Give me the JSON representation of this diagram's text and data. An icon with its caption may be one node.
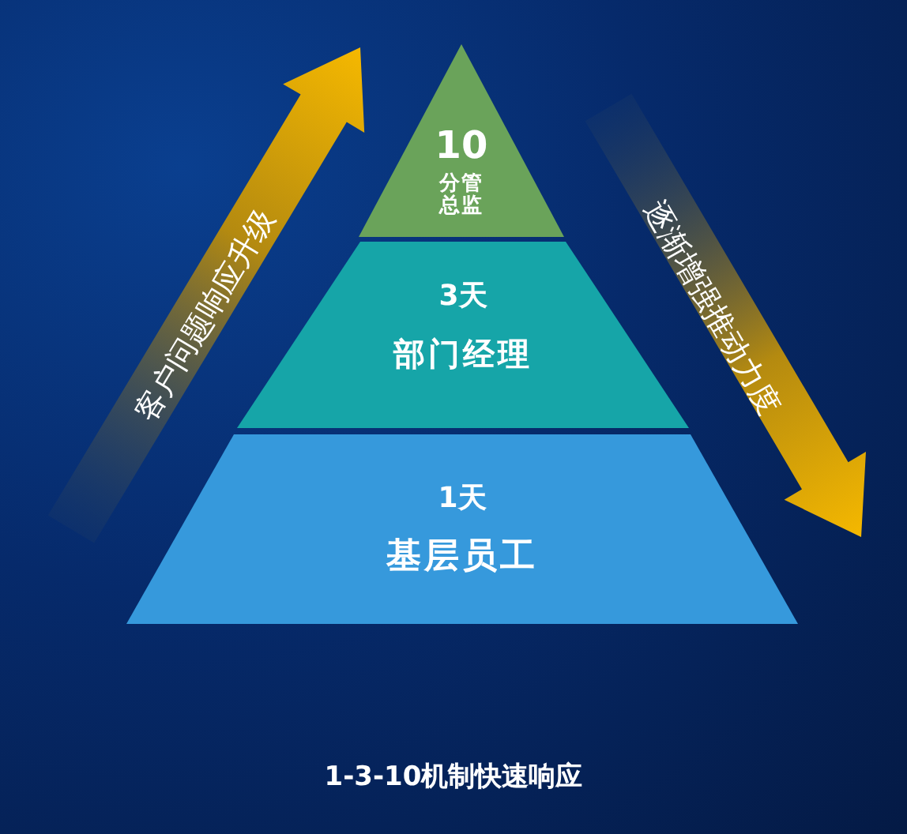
{
  "diagram": {
    "caption": "1-3-10机制快速响应",
    "nodes": [
      {
        "text": [
          "10",
          "分管总监"
        ]
      },
      {
        "text": [
          "3天",
          "部门经理"
        ]
      },
      {
        "text": [
          "1天",
          "基层员工"
        ]
      }
    ],
    "labels": [
      "客户问题响应升级",
      "逐渐增强推动力度"
    ]
  }
}
